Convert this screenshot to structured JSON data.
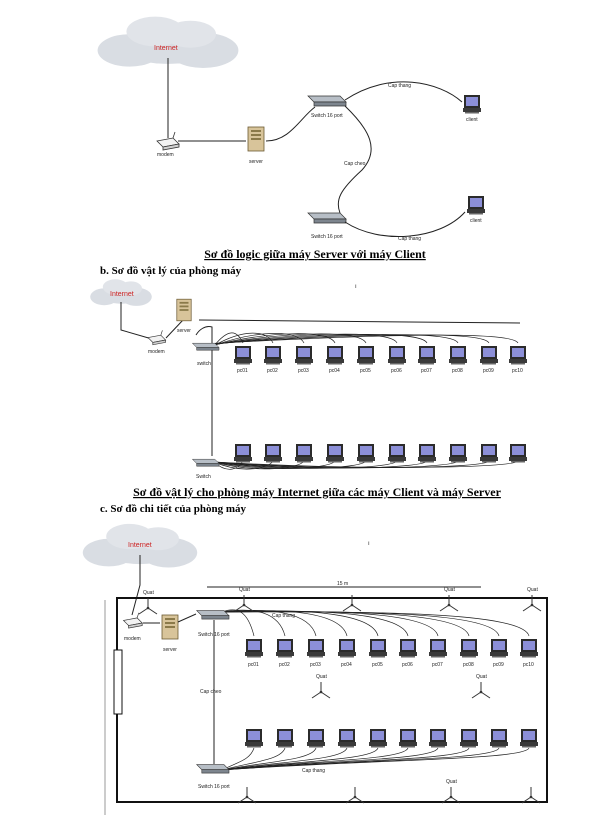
{
  "colors": {
    "cloud": "#d9dde3",
    "screen": "#8c8fd8",
    "internet": "#cc2222",
    "server": "#d8c49a",
    "switch": "#9ea6b0"
  },
  "section1": {
    "internet": "Internet",
    "modem": "modem",
    "server": "server",
    "switch_top": "Switch 16 port",
    "switch_bottom": "Switch 16 port",
    "client_top": "client",
    "client_bottom": "client",
    "cable_top": "Cap thang",
    "cable_mid": "Cap cheo",
    "cable_bottom": "Cap thang",
    "caption": "Sơ đồ logic giữa máy Server với máy Client"
  },
  "section2": {
    "heading": "b. Sơ đồ vật lý của phòng máy",
    "internet": "Internet",
    "modem": "modem",
    "server": "server",
    "switch_top": "switch",
    "switch_bottom": "Switch",
    "pc_labels": [
      "pc01",
      "pc02",
      "pc03",
      "pc04",
      "pc05",
      "pc06",
      "pc07",
      "pc08",
      "pc09",
      "pc10"
    ],
    "caption": "Sơ đồ vật lý cho phòng máy Internet giữa các máy Client và máy Server"
  },
  "section3": {
    "heading": "c. Sơ đồ chi tiết của phòng máy",
    "internet": "Internet",
    "modem": "modem",
    "server": "server",
    "switch_top": "Switch 16 port",
    "switch_bottom": "Switch 16 port",
    "fan": "Quat",
    "width_label": "15 m",
    "cable_top": "Cap thang",
    "cable_mid": "Cap cheo",
    "cable_bottom": "Cap thang",
    "pc_labels": [
      "pc01",
      "pc02",
      "pc03",
      "pc04",
      "pc05",
      "pc06",
      "pc07",
      "pc08",
      "pc09",
      "pc10"
    ]
  }
}
